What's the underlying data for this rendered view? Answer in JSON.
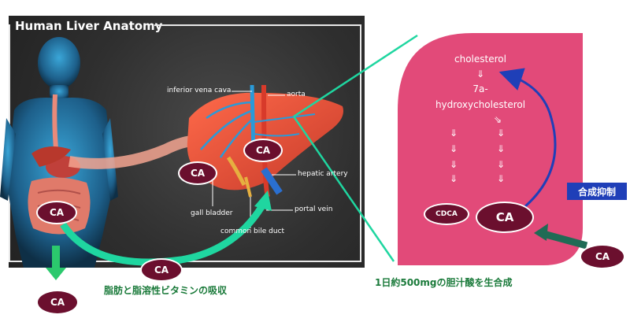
{
  "panel": {
    "title": "Human Liver Anatomy",
    "labels": {
      "ivc": "inferior vena cava",
      "aorta": "aorta",
      "hepatic_artery": "hepatic artery",
      "portal_vein": "portal vein",
      "gall_bladder": "gall bladder",
      "bile_duct": "common bile duct"
    }
  },
  "ovals": {
    "liver_top": "CA",
    "liver_left": "CA",
    "intestine": "CA",
    "bottom_mid": "CA",
    "bottom_left": "CA",
    "synth": "CA",
    "cdca": "CDCA",
    "right": "CA"
  },
  "pathway": {
    "cholesterol": "cholesterol",
    "arrow1": "⇓",
    "seven_a": "7a-",
    "hydroxy": "hydroxycholesterol",
    "arrow_diag": "⇘",
    "col_arrow": "⇓"
  },
  "texts": {
    "absorption": "脂肪と脂溶性ビタミンの吸収",
    "synthesis": "1日約500mgの胆汁酸を生合成",
    "feedback": "合成抑制"
  },
  "colors": {
    "pink": "#e24a79",
    "oval": "#6b0f2e",
    "teal": "#1fd6a0",
    "badge": "#1f3fb8",
    "green_arrow": "#1f6b55"
  }
}
